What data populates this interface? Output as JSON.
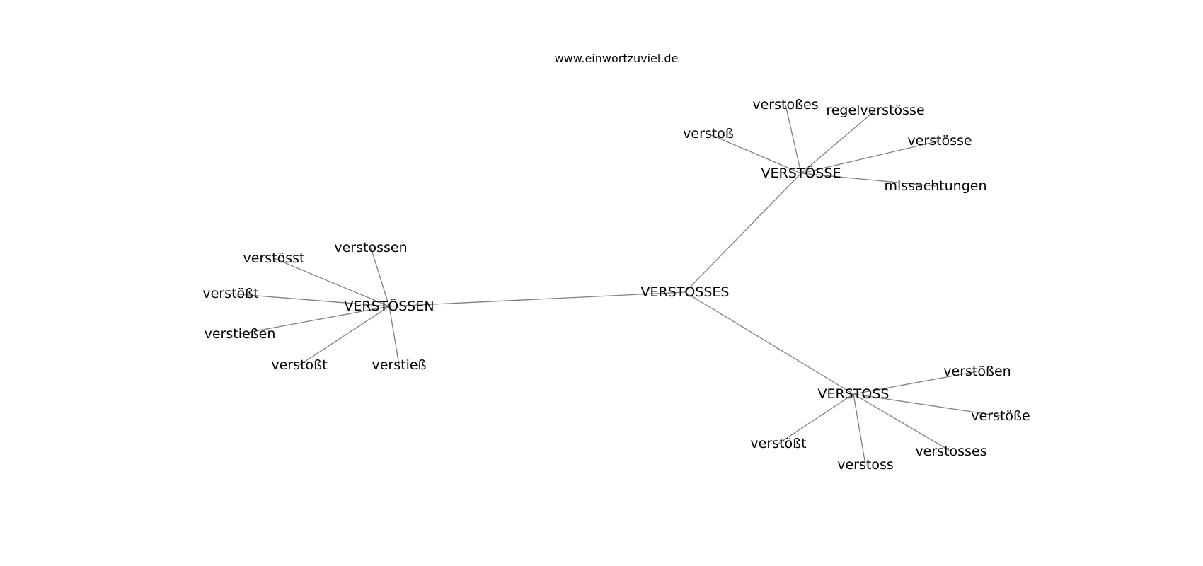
{
  "source": "www.einwortzuviel.de",
  "graph": {
    "nodes": [
      {
        "id": "VERSTOSSES",
        "label": "VERSTOSSES"
      },
      {
        "id": "VERSTÖSSE",
        "label": "VERSTÖSSE"
      },
      {
        "id": "VERSTÖSSEN",
        "label": "VERSTÖSSEN"
      },
      {
        "id": "VERSTOSS",
        "label": "VERSTOSS"
      },
      {
        "id": "verstoßes",
        "label": "verstoßes"
      },
      {
        "id": "regelverstösse",
        "label": "regelverstösse"
      },
      {
        "id": "verstoß",
        "label": "verstoß"
      },
      {
        "id": "verstösse",
        "label": "verstösse"
      },
      {
        "id": "missachtungen",
        "label": "missachtungen"
      },
      {
        "id": "verstossen",
        "label": "verstossen"
      },
      {
        "id": "verstösst",
        "label": "verstösst"
      },
      {
        "id": "verstößt_1",
        "label": "verstößt"
      },
      {
        "id": "verstießen",
        "label": "verstießen"
      },
      {
        "id": "verstoßt",
        "label": "verstoßt"
      },
      {
        "id": "verstieß",
        "label": "verstieß"
      },
      {
        "id": "verstößen",
        "label": "verstößen"
      },
      {
        "id": "verstöße",
        "label": "verstöße"
      },
      {
        "id": "verstößt_2",
        "label": "verstößt"
      },
      {
        "id": "verstoss",
        "label": "verstoss"
      },
      {
        "id": "verstosses",
        "label": "verstosses"
      }
    ],
    "edges": [
      [
        "VERSTOSSES",
        "VERSTÖSSE"
      ],
      [
        "VERSTOSSES",
        "VERSTÖSSEN"
      ],
      [
        "VERSTOSSES",
        "VERSTOSS"
      ],
      [
        "VERSTÖSSE",
        "verstoßes"
      ],
      [
        "VERSTÖSSE",
        "regelverstösse"
      ],
      [
        "VERSTÖSSE",
        "verstoß"
      ],
      [
        "VERSTÖSSE",
        "verstösse"
      ],
      [
        "VERSTÖSSE",
        "missachtungen"
      ],
      [
        "VERSTÖSSEN",
        "verstossen"
      ],
      [
        "VERSTÖSSEN",
        "verstösst"
      ],
      [
        "VERSTÖSSEN",
        "verstößt_1"
      ],
      [
        "VERSTÖSSEN",
        "verstießen"
      ],
      [
        "VERSTÖSSEN",
        "verstoßt"
      ],
      [
        "VERSTÖSSEN",
        "verstieß"
      ],
      [
        "VERSTOSS",
        "verstößen"
      ],
      [
        "VERSTOSS",
        "verstöße"
      ],
      [
        "VERSTOSS",
        "verstößt_2"
      ],
      [
        "VERSTOSS",
        "verstoss"
      ],
      [
        "VERSTOSS",
        "verstosses"
      ]
    ]
  }
}
